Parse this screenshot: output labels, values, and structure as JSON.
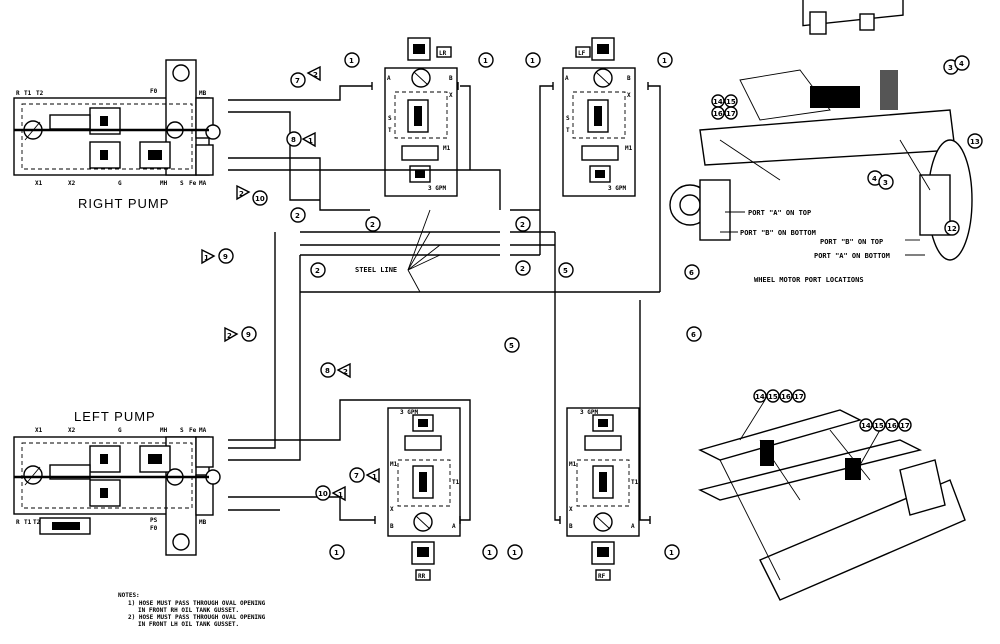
{
  "labels": {
    "right_pump": "RIGHT PUMP",
    "left_pump": "LEFT PUMP",
    "steel_line": "STEEL LINE",
    "port_a_top_1": "PORT \"A\" ON TOP",
    "port_b_bottom_1": "PORT \"B\" ON BOTTOM",
    "port_b_top_2": "PORT \"B\" ON TOP",
    "port_a_bottom_2": "PORT \"A\" ON BOTTOM",
    "wheel_motor_caption": "WHEEL MOTOR PORT LOCATIONS",
    "motor_tag_rr": "RR",
    "motor_tag_lr": "LR",
    "motor_tag_lf": "LF",
    "motor_tag_rf": "RF"
  },
  "notes": {
    "title": "NOTES:",
    "line1": "1) HOSE MUST PASS THROUGH OVAL OPENING",
    "line2": "IN FRONT RH OIL TANK GUSSET.",
    "line3": "2) HOSE MUST PASS THROUGH OVAL OPENING",
    "line4": "IN FRONT LH OIL TANK GUSSET."
  },
  "pump_ports": {
    "right_top": [
      "R",
      "T1",
      "T2",
      "F0",
      "MB"
    ],
    "right_bottom": [
      "X1",
      "X2",
      "G",
      "MH",
      "S",
      "Fe",
      "MA"
    ],
    "left_top": [
      "X1",
      "X2",
      "G",
      "MH",
      "S",
      "Fe",
      "MA"
    ],
    "left_bottom": [
      "R",
      "T1",
      "T2",
      "PS",
      "F0",
      "MB"
    ]
  },
  "valve_ports": {
    "a": "A",
    "b": "B",
    "x": "X",
    "s": "S",
    "t": "T",
    "t1": "T1",
    "m1": "M1",
    "gpm": "3 GPM"
  },
  "callouts": {
    "one": "1",
    "two": "2",
    "three": "3",
    "four": "4",
    "five": "5",
    "six": "6",
    "seven": "7",
    "eight": "8",
    "nine": "9",
    "ten": "10",
    "twelve": "12",
    "thirteen": "13",
    "fourteen": "14",
    "fifteen": "15",
    "sixteen": "16",
    "seventeen": "17"
  },
  "note_flags": {
    "n1": "1",
    "n2": "2"
  }
}
